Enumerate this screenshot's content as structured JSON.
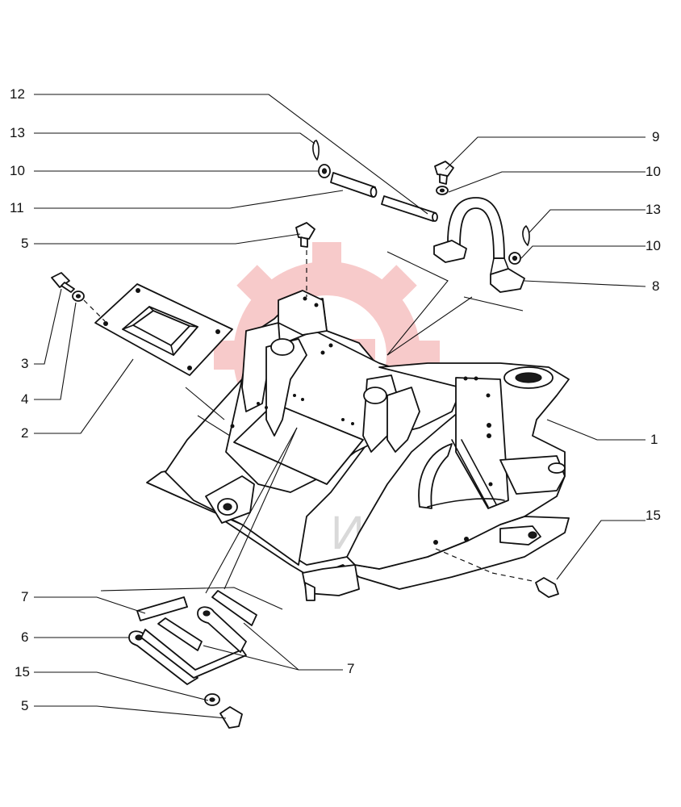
{
  "watermark": {
    "text": "ИНТЕХ",
    "gear_color": "#f4b6b6",
    "text_color": "#d9d9d9"
  },
  "callouts": [
    {
      "id": "c12",
      "number": "12"
    },
    {
      "id": "c13a",
      "number": "13"
    },
    {
      "id": "c10a",
      "number": "10"
    },
    {
      "id": "c11",
      "number": "11"
    },
    {
      "id": "c5a",
      "number": "5"
    },
    {
      "id": "c3",
      "number": "3"
    },
    {
      "id": "c4",
      "number": "4"
    },
    {
      "id": "c2",
      "number": "2"
    },
    {
      "id": "c9",
      "number": "9"
    },
    {
      "id": "c10b",
      "number": "10"
    },
    {
      "id": "c13b",
      "number": "13"
    },
    {
      "id": "c10c",
      "number": "10"
    },
    {
      "id": "c8",
      "number": "8"
    },
    {
      "id": "c1",
      "number": "1"
    },
    {
      "id": "c15a",
      "number": "15"
    },
    {
      "id": "c7a",
      "number": "7"
    },
    {
      "id": "c6",
      "number": "6"
    },
    {
      "id": "c15b",
      "number": "15"
    },
    {
      "id": "c5b",
      "number": "5"
    },
    {
      "id": "c7b",
      "number": "7"
    }
  ]
}
